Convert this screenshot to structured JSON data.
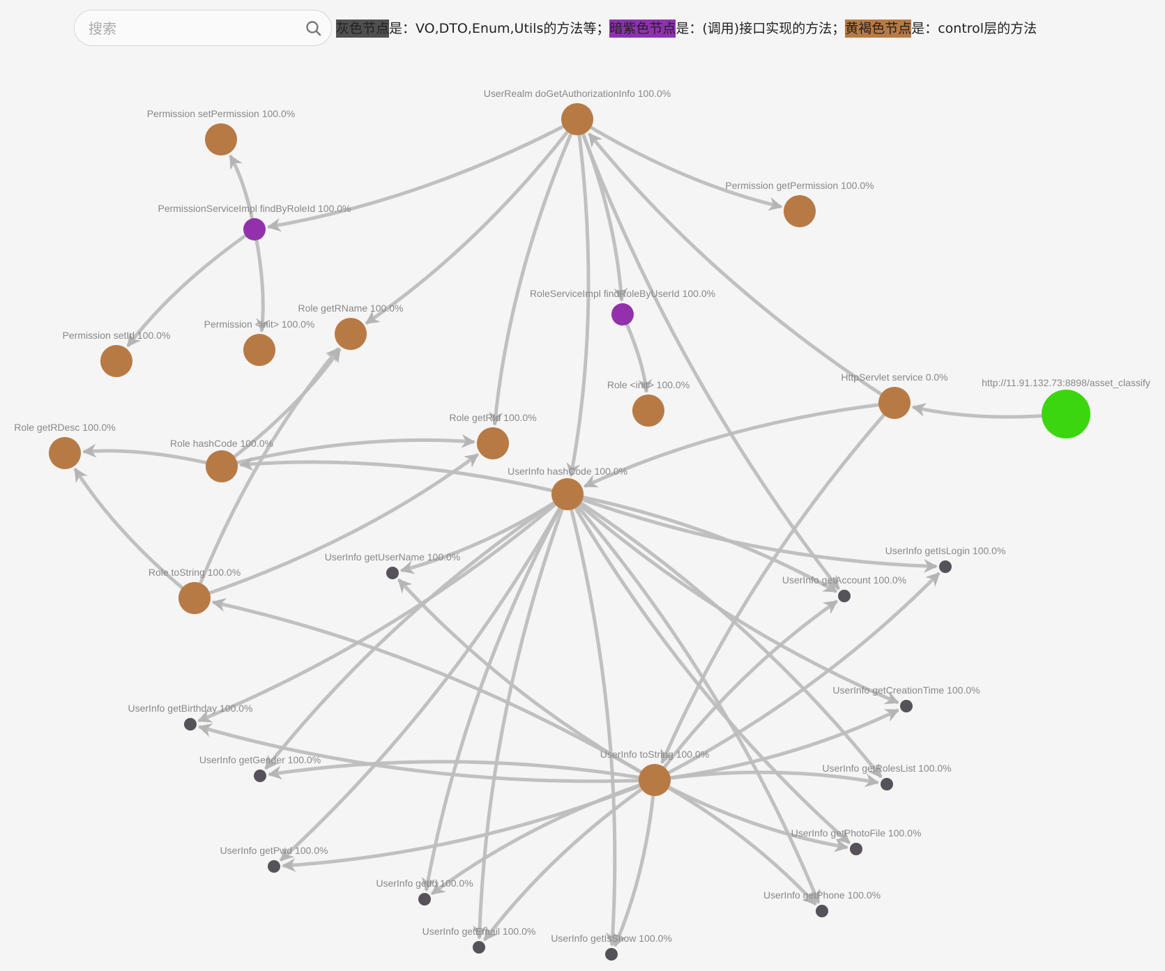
{
  "search": {
    "placeholder": "搜索"
  },
  "legend": [
    {
      "tag": "灰色节点",
      "color": "#505050",
      "text": "是：VO,DTO,Enum,Utils的方法等；"
    },
    {
      "tag": "暗紫色节点",
      "color": "#8e32b0",
      "text": "是：(调用)接口实现的方法；"
    },
    {
      "tag": "黄褐色节点",
      "color": "#b87a45",
      "text": "是：control层的方法"
    }
  ],
  "colors": {
    "brown": "#b87a45",
    "purple": "#9331ad",
    "gray": "#56525a",
    "green": "#3bd60f",
    "edge": "#bdbdbd"
  },
  "nodes": [
    {
      "id": "udga",
      "label": "UserRealm doGetAuthorizationInfo 100.0%",
      "kind": "brown"
    },
    {
      "id": "psp",
      "label": "Permission setPermission 100.0%",
      "kind": "brown"
    },
    {
      "id": "psifr",
      "label": "PermissionServiceImpl findByRoleId 100.0%",
      "kind": "purple"
    },
    {
      "id": "pgp",
      "label": "Permission getPermission 100.0%",
      "kind": "brown"
    },
    {
      "id": "rsif",
      "label": "RoleServiceImpl findRoleByUserId 100.0%",
      "kind": "purple"
    },
    {
      "id": "rgrn",
      "label": "Role getRName 100.0%",
      "kind": "brown"
    },
    {
      "id": "pinit",
      "label": "Permission <init> 100.0%",
      "kind": "brown"
    },
    {
      "id": "psid",
      "label": "Permission setId 100.0%",
      "kind": "brown"
    },
    {
      "id": "rinit",
      "label": "Role <init> 100.0%",
      "kind": "brown"
    },
    {
      "id": "hss",
      "label": "HttpServlet service 0.0%",
      "kind": "brown"
    },
    {
      "id": "url",
      "label": "http://11.91.132.73:8898/asset_classify",
      "kind": "green"
    },
    {
      "id": "rgrid",
      "label": "Role getRId 100.0%",
      "kind": "brown"
    },
    {
      "id": "rgrd",
      "label": "Role getRDesc 100.0%",
      "kind": "brown"
    },
    {
      "id": "rhc",
      "label": "Role hashCode 100.0%",
      "kind": "brown"
    },
    {
      "id": "uhc",
      "label": "UserInfo hashCode 100.0%",
      "kind": "brown"
    },
    {
      "id": "rts",
      "label": "Role toString 100.0%",
      "kind": "brown"
    },
    {
      "id": "ugun",
      "label": "UserInfo getUserName 100.0%",
      "kind": "gray"
    },
    {
      "id": "ugil",
      "label": "UserInfo getIsLogin 100.0%",
      "kind": "gray"
    },
    {
      "id": "uga",
      "label": "UserInfo getAccount 100.0%",
      "kind": "gray"
    },
    {
      "id": "ugct",
      "label": "UserInfo getCreationTime 100.0%",
      "kind": "gray"
    },
    {
      "id": "ugb",
      "label": "UserInfo getBirthday 100.0%",
      "kind": "gray"
    },
    {
      "id": "uts",
      "label": "UserInfo toString 100.0%",
      "kind": "brown"
    },
    {
      "id": "ugg",
      "label": "UserInfo getGender 100.0%",
      "kind": "gray"
    },
    {
      "id": "ugrl",
      "label": "UserInfo getRolesList 100.0%",
      "kind": "gray"
    },
    {
      "id": "ugpf",
      "label": "UserInfo getPhotoFile 100.0%",
      "kind": "gray"
    },
    {
      "id": "ugpw",
      "label": "UserInfo getPwd 100.0%",
      "kind": "gray"
    },
    {
      "id": "ugid",
      "label": "UserInfo getId 100.0%",
      "kind": "gray"
    },
    {
      "id": "ugph",
      "label": "UserInfo getPhone 100.0%",
      "kind": "gray"
    },
    {
      "id": "uge",
      "label": "UserInfo getEmail 100.0%",
      "kind": "gray"
    },
    {
      "id": "ugis",
      "label": "UserInfo getIsShow 100.0%",
      "kind": "gray"
    }
  ],
  "edges": [
    [
      "url",
      "hss"
    ],
    [
      "hss",
      "uhc"
    ],
    [
      "hss",
      "udga"
    ],
    [
      "hss",
      "uts"
    ],
    [
      "udga",
      "psifr"
    ],
    [
      "udga",
      "pgp"
    ],
    [
      "udga",
      "rgrn"
    ],
    [
      "udga",
      "rgrid"
    ],
    [
      "udga",
      "uhc"
    ],
    [
      "udga",
      "uga"
    ],
    [
      "udga",
      "rsif"
    ],
    [
      "psifr",
      "psp"
    ],
    [
      "psifr",
      "pinit"
    ],
    [
      "psifr",
      "psid"
    ],
    [
      "rsif",
      "rinit"
    ],
    [
      "rhc",
      "rgrn"
    ],
    [
      "rhc",
      "rgrid"
    ],
    [
      "rhc",
      "rgrd"
    ],
    [
      "rts",
      "rgrn"
    ],
    [
      "rts",
      "rgrid"
    ],
    [
      "rts",
      "rgrd"
    ],
    [
      "uhc",
      "rhc"
    ],
    [
      "uhc",
      "ugun"
    ],
    [
      "uhc",
      "ugil"
    ],
    [
      "uhc",
      "uga"
    ],
    [
      "uhc",
      "ugct"
    ],
    [
      "uhc",
      "ugb"
    ],
    [
      "uhc",
      "ugg"
    ],
    [
      "uhc",
      "ugrl"
    ],
    [
      "uhc",
      "ugpf"
    ],
    [
      "uhc",
      "ugpw"
    ],
    [
      "uhc",
      "ugid"
    ],
    [
      "uhc",
      "ugph"
    ],
    [
      "uhc",
      "uge"
    ],
    [
      "uhc",
      "ugis"
    ],
    [
      "uts",
      "rts"
    ],
    [
      "uts",
      "ugun"
    ],
    [
      "uts",
      "ugil"
    ],
    [
      "uts",
      "uga"
    ],
    [
      "uts",
      "ugct"
    ],
    [
      "uts",
      "ugb"
    ],
    [
      "uts",
      "ugg"
    ],
    [
      "uts",
      "ugrl"
    ],
    [
      "uts",
      "ugpf"
    ],
    [
      "uts",
      "ugpw"
    ],
    [
      "uts",
      "ugid"
    ],
    [
      "uts",
      "ugph"
    ],
    [
      "uts",
      "uge"
    ],
    [
      "uts",
      "ugis"
    ]
  ]
}
